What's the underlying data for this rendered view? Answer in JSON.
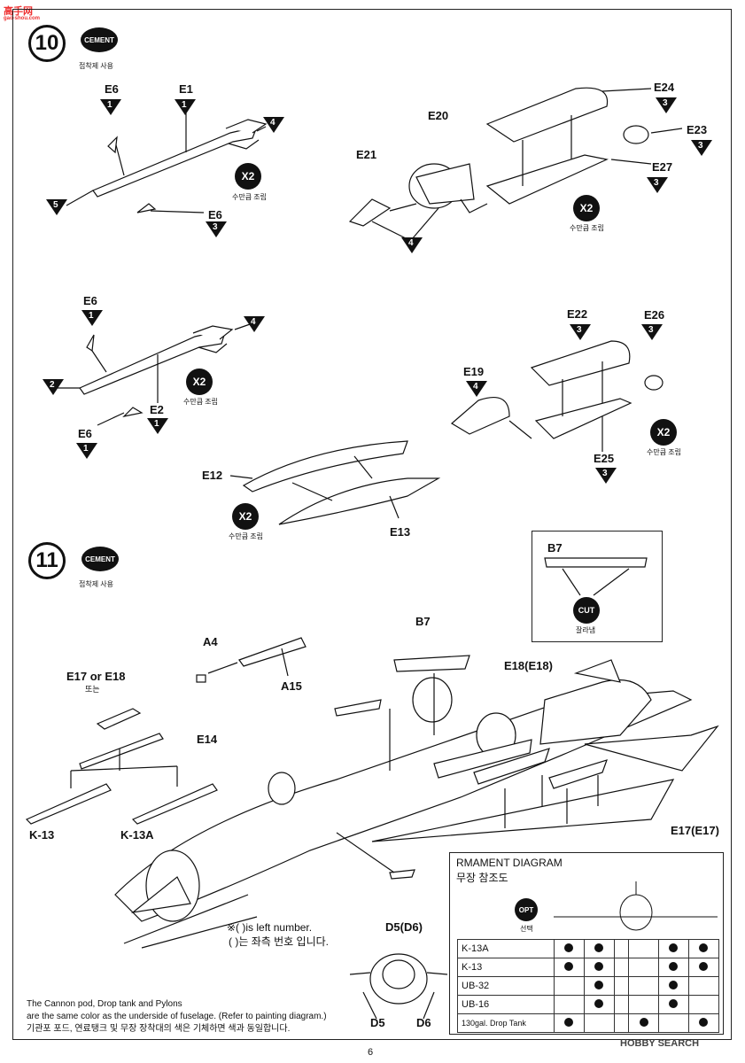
{
  "watermark_top": "高手网",
  "watermark_top_sub": "gao-shou.com",
  "watermark_bottom": "HOBBY SEARCH",
  "page_number": "6",
  "step10": {
    "number": "10",
    "cement_label": "CEMENT",
    "cement_note": "접착제 사용"
  },
  "step11": {
    "number": "11",
    "cement_label": "CEMENT",
    "cement_note": "접착제 사용"
  },
  "x2_label": "X2",
  "x2_note": "수만큼 조립",
  "cut_label": "CUT",
  "cut_note": "잘라냄",
  "opt_label": "OPT",
  "opt_note": "선택",
  "parts": {
    "e6": "E6",
    "e1": "E1",
    "e2": "E2",
    "e19": "E19",
    "e20": "E20",
    "e21": "E21",
    "e22": "E22",
    "e23": "E23",
    "e24": "E24",
    "e25": "E25",
    "e26": "E26",
    "e27": "E27",
    "e12": "E12",
    "e13": "E13",
    "b7": "B7",
    "a4": "A4",
    "a15": "A15",
    "e17or18": "E17 or E18",
    "or_ko": "또는",
    "e14": "E14",
    "k13": "K-13",
    "k13a": "K-13A",
    "e18e18": "E18(E18)",
    "e17e17": "E17(E17)",
    "d5d6": "D5(D6)",
    "d5": "D5",
    "d6": "D6"
  },
  "colors": {
    "c1": "1",
    "c2": "2",
    "c3": "3",
    "c4": "4",
    "c5": "5"
  },
  "note_left": "※( )is left number.",
  "note_left_ko": "( )는 좌측 번호 입니다.",
  "footer_en_1": "The Cannon pod, Drop tank and Pylons",
  "footer_en_2": "are the same color as the underside of fuselage. (Refer to painting diagram.)",
  "footer_ko": "기관포 포드, 연료탱크 및 무장 장착대의 색은 기체하면 색과 동일합니다.",
  "armament": {
    "title": "RMAMENT DIAGRAM",
    "title_ko": "무장 참조도",
    "rows": [
      {
        "name": "K-13A",
        "dots": [
          true,
          true,
          false,
          false,
          true,
          true
        ]
      },
      {
        "name": "K-13",
        "dots": [
          true,
          true,
          false,
          false,
          true,
          true
        ]
      },
      {
        "name": "UB-32",
        "dots": [
          false,
          true,
          false,
          false,
          true,
          false
        ]
      },
      {
        "name": "UB-16",
        "dots": [
          false,
          true,
          false,
          false,
          true,
          false
        ]
      },
      {
        "name": "130gal. Drop Tank",
        "dots": [
          true,
          false,
          false,
          true,
          false,
          true
        ]
      }
    ]
  }
}
